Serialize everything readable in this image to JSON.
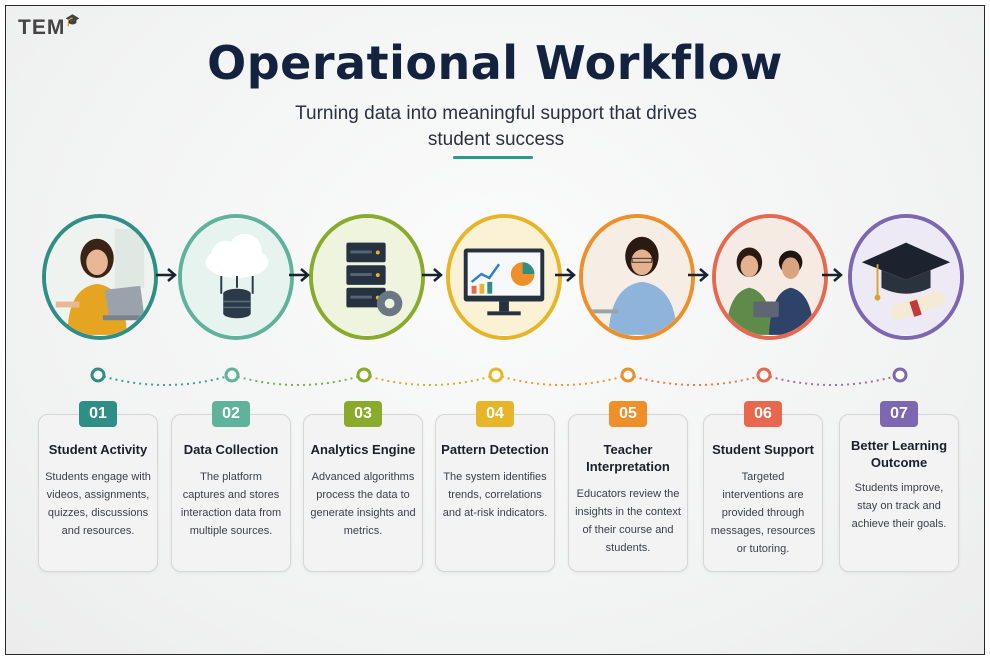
{
  "logo": {
    "text": "TEM"
  },
  "header": {
    "title": "Operational Workflow",
    "subtitle": "Turning data into meaningful support that drives student success"
  },
  "steps": [
    {
      "number": "01",
      "title": "Student Activity",
      "description": "Students engage with videos, assignments, quizzes, discussions and resources.",
      "color": "#2f8f86",
      "icon": "student-laptop-icon"
    },
    {
      "number": "02",
      "title": "Data Collection",
      "description": "The platform captures and stores interaction data from multiple sources.",
      "color": "#5fb39a",
      "icon": "cloud-database-icon"
    },
    {
      "number": "03",
      "title": "Analytics Engine",
      "description": "Advanced algorithms process the data to generate insights and metrics.",
      "color": "#8aaa2c",
      "icon": "server-gear-icon"
    },
    {
      "number": "04",
      "title": "Pattern Detection",
      "description": "The system identifies trends, correlations and at-risk indicators.",
      "color": "#e6b52a",
      "icon": "dashboard-monitor-icon"
    },
    {
      "number": "05",
      "title": "Teacher Interpretation",
      "description": "Educators review the insights in the context of their course and students.",
      "color": "#ee8f2a",
      "icon": "teacher-icon"
    },
    {
      "number": "06",
      "title": "Student Support",
      "description": "Targeted interventions are provided through messages, resources or tutoring.",
      "color": "#e8684f",
      "icon": "tutoring-icon"
    },
    {
      "number": "07",
      "title": "Better Learning Outcome",
      "description": "Students improve, stay on track and achieve their goals.",
      "color": "#7c67b0",
      "icon": "graduation-cap-icon"
    }
  ]
}
